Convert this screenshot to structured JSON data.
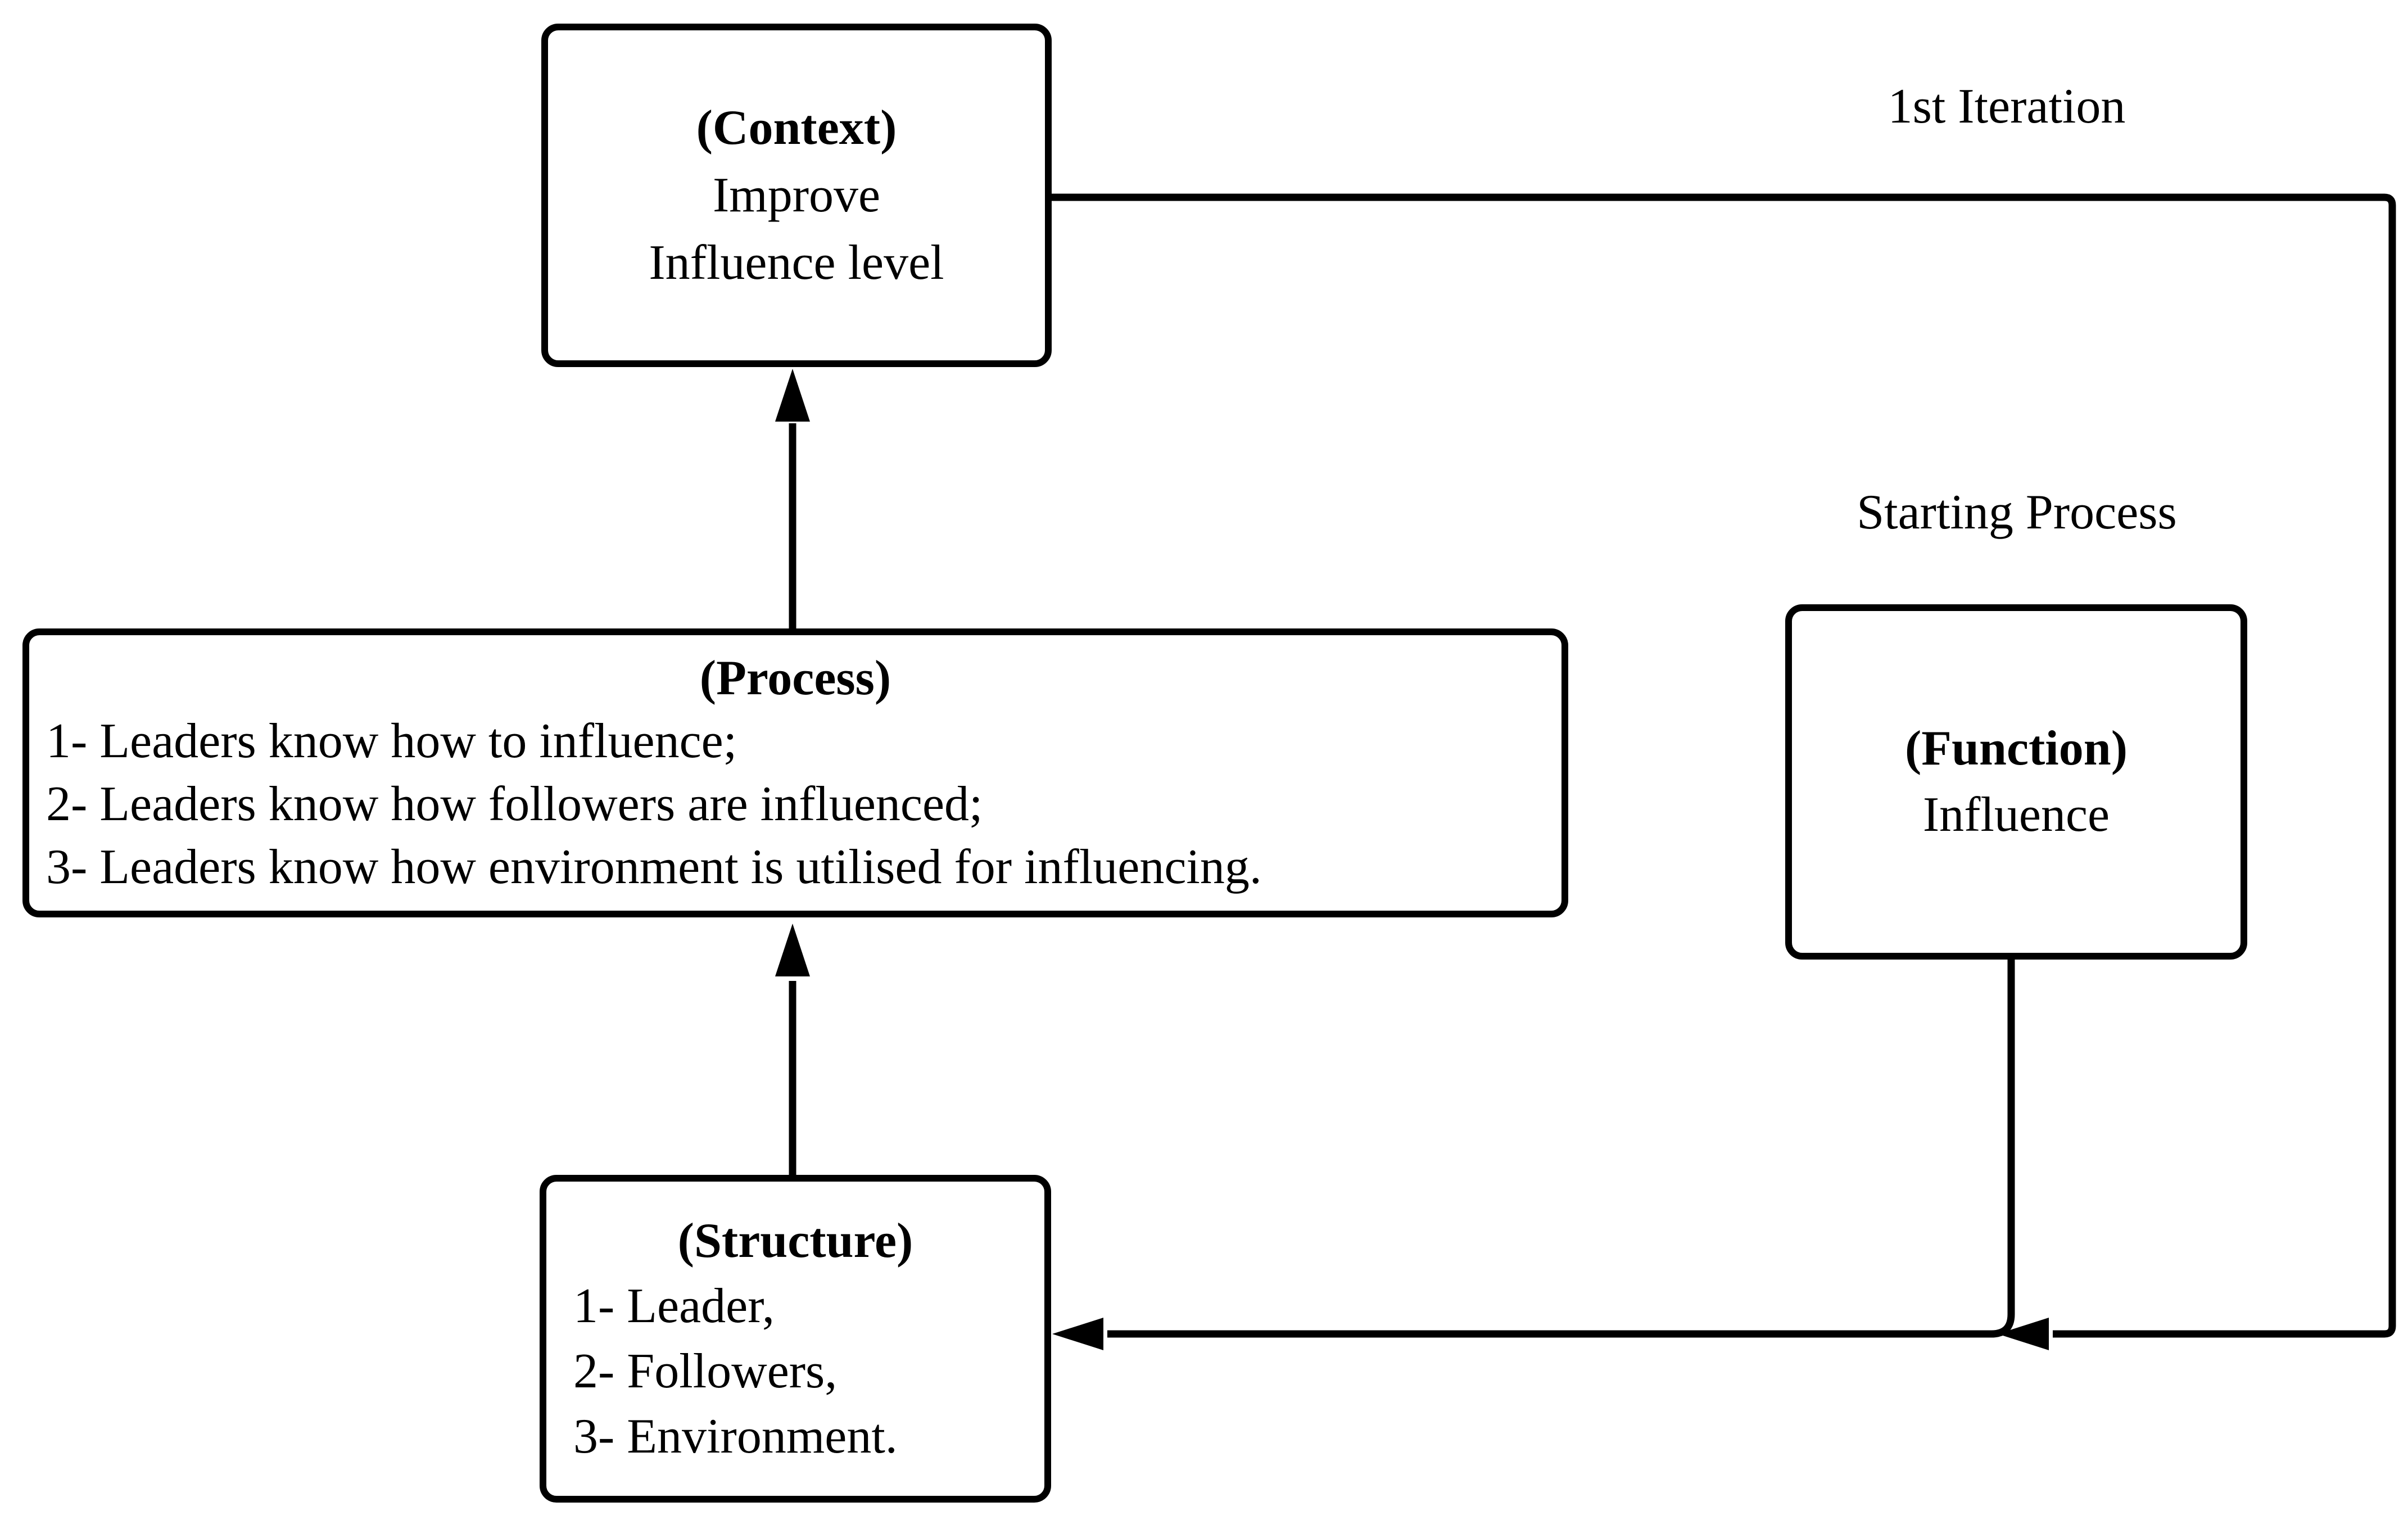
{
  "diagram": {
    "colors": {
      "background": "#ffffff",
      "line": "#000000",
      "box_border": "#000000",
      "text": "#000000"
    },
    "labels": {
      "first_iteration": "1st Iteration",
      "starting_process": "Starting Process"
    },
    "nodes": {
      "context": {
        "title": "(Context)",
        "line1": "Improve",
        "line2": "Influence level"
      },
      "process": {
        "title": "(Process)",
        "items": [
          "1- Leaders know how to influence;",
          "2- Leaders know how followers are influenced;",
          "3- Leaders know how environment is utilised for influencing."
        ]
      },
      "structure": {
        "title": "(Structure)",
        "items": [
          "1- Leader,",
          "2- Followers,",
          "3- Environment."
        ]
      },
      "function": {
        "title": "(Function)",
        "line1": "Influence"
      }
    }
  }
}
